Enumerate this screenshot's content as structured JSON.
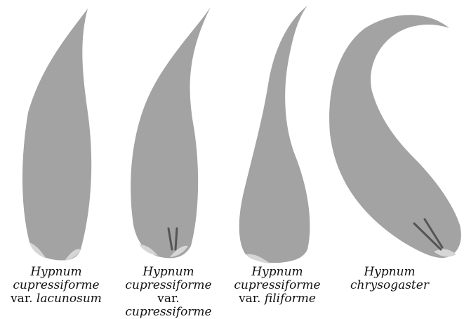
{
  "captions": [
    {
      "l1": "Hypnum",
      "l2": "cupressiforme",
      "l3a": "var. ",
      "l3b": "lacunosum"
    },
    {
      "l1": "Hypnum",
      "l2a": "cupressiforme",
      "l2b": " var.",
      "l3": "cupressiforme"
    },
    {
      "l1": "Hypnum",
      "l2": "cupressiforme",
      "l3a": "var. ",
      "l3b": "filiforme"
    },
    {
      "l1": "Hypnum",
      "l2": "chrysogaster"
    }
  ],
  "colors": {
    "leaf": "#a3a3a3",
    "alar_cells": "#d6d6d6",
    "costa": "#555555",
    "background": "#ffffff"
  }
}
